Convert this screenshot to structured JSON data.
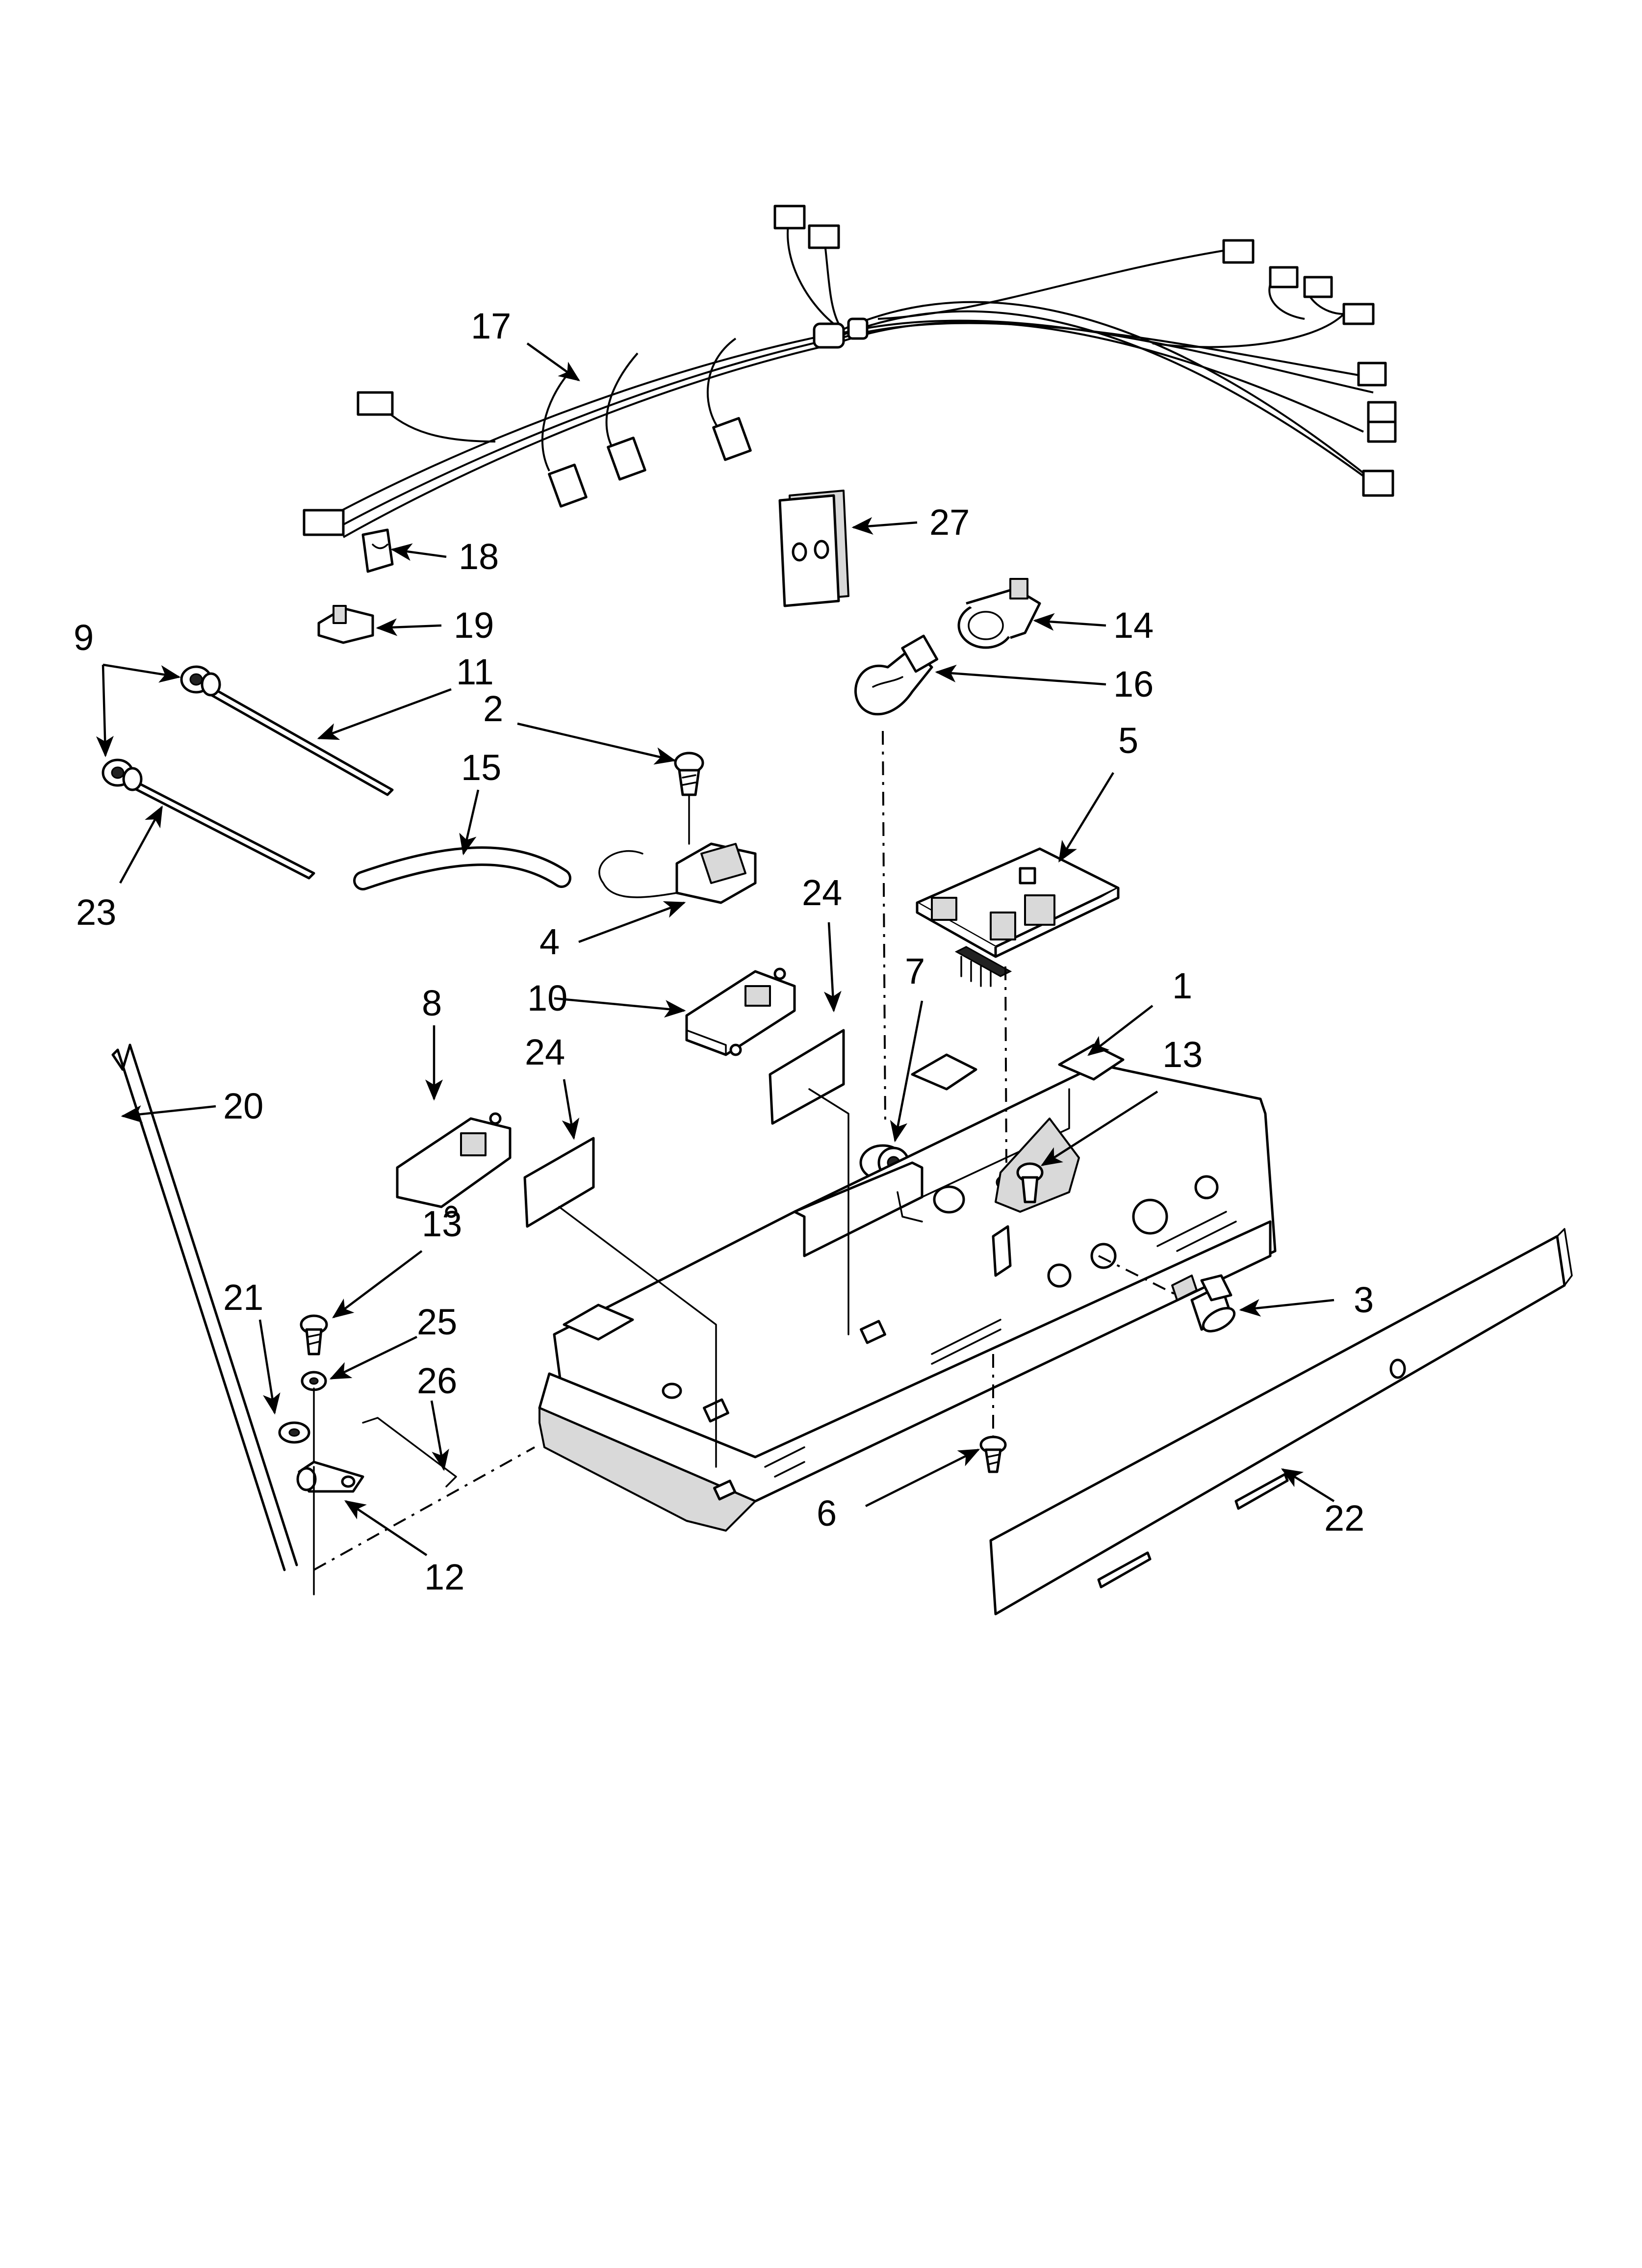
{
  "diagram": {
    "callouts": [
      {
        "id": "c17",
        "label": "17"
      },
      {
        "id": "c18",
        "label": "18"
      },
      {
        "id": "c19",
        "label": "19"
      },
      {
        "id": "c27",
        "label": "27"
      },
      {
        "id": "c9",
        "label": "9"
      },
      {
        "id": "c11",
        "label": "11"
      },
      {
        "id": "c2",
        "label": "2"
      },
      {
        "id": "c14",
        "label": "14"
      },
      {
        "id": "c16",
        "label": "16"
      },
      {
        "id": "c15",
        "label": "15"
      },
      {
        "id": "c5",
        "label": "5"
      },
      {
        "id": "c23",
        "label": "23"
      },
      {
        "id": "c24a",
        "label": "24"
      },
      {
        "id": "c4",
        "label": "4"
      },
      {
        "id": "c7",
        "label": "7"
      },
      {
        "id": "c8",
        "label": "8"
      },
      {
        "id": "c10",
        "label": "10"
      },
      {
        "id": "c1",
        "label": "1"
      },
      {
        "id": "c24b",
        "label": "24"
      },
      {
        "id": "c13a",
        "label": "13"
      },
      {
        "id": "c20",
        "label": "20"
      },
      {
        "id": "c13b",
        "label": "13"
      },
      {
        "id": "c3",
        "label": "3"
      },
      {
        "id": "c21",
        "label": "21"
      },
      {
        "id": "c25",
        "label": "25"
      },
      {
        "id": "c26",
        "label": "26"
      },
      {
        "id": "c6",
        "label": "6"
      },
      {
        "id": "c22",
        "label": "22"
      },
      {
        "id": "c12",
        "label": "12"
      }
    ]
  }
}
